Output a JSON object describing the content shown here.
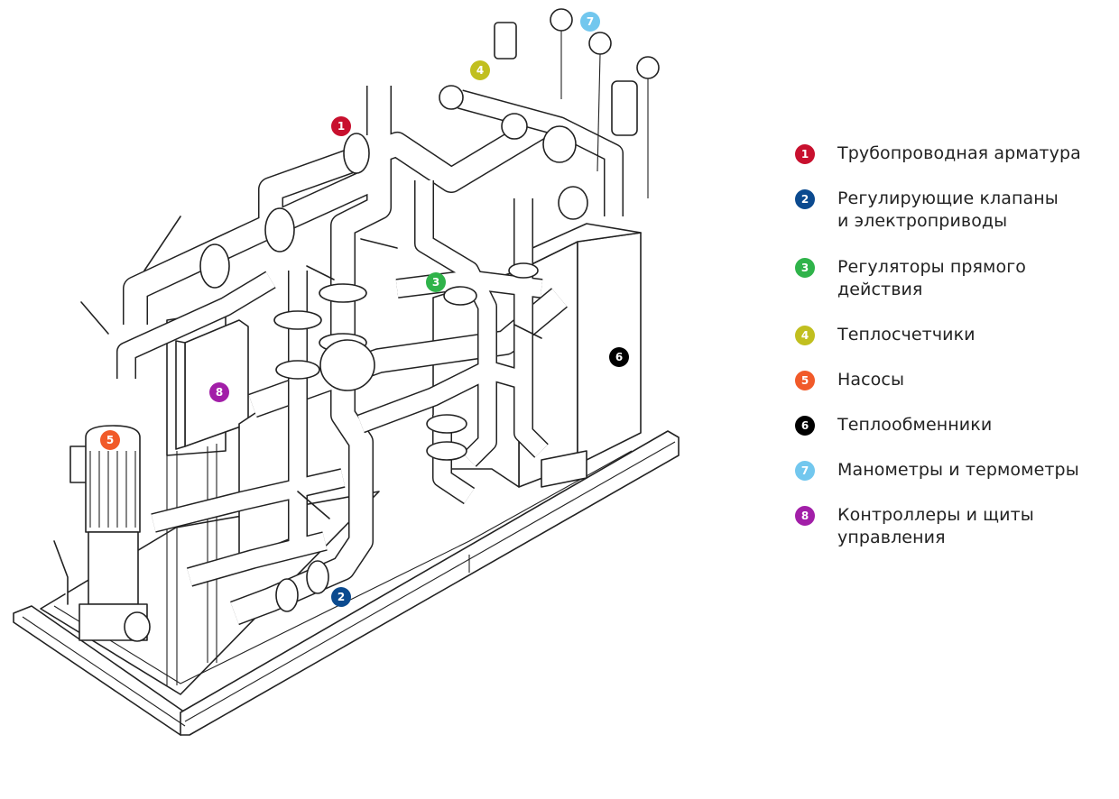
{
  "badge_colors": {
    "1": "#c8102e",
    "2": "#0b4a8f",
    "3": "#2fb34a",
    "4": "#c1bf1f",
    "5": "#f15a29",
    "6": "#000000",
    "7": "#72c7ee",
    "8": "#a21fa8"
  },
  "legend": [
    {
      "number": "1",
      "label": "Трубопроводная арматура"
    },
    {
      "number": "2",
      "label": "Регулирующие клапаны\nи электроприводы"
    },
    {
      "number": "3",
      "label": "Регуляторы прямого\nдействия"
    },
    {
      "number": "4",
      "label": "Теплосчетчики"
    },
    {
      "number": "5",
      "label": "Насосы"
    },
    {
      "number": "6",
      "label": "Теплообменники"
    },
    {
      "number": "7",
      "label": "Манометры и термометры"
    },
    {
      "number": "8",
      "label": "Контроллеры и щиты\nуправления"
    }
  ],
  "callouts": [
    "1",
    "2",
    "3",
    "4",
    "5",
    "6",
    "7",
    "8"
  ]
}
